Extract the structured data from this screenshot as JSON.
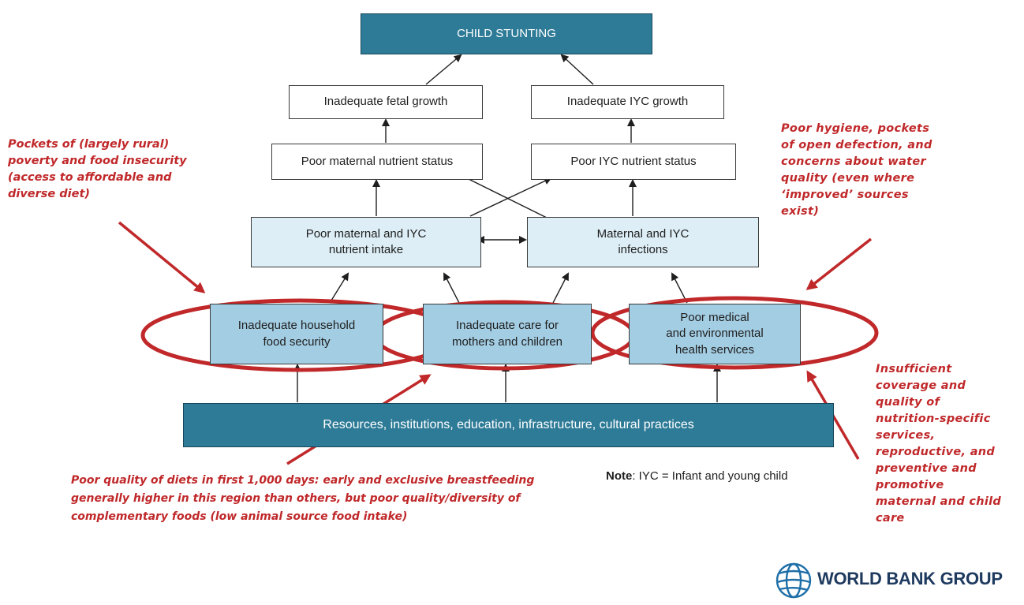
{
  "nodes": {
    "stunting": "CHILD STUNTING",
    "fetal_growth": "Inadequate fetal growth",
    "iyc_growth": "Inadequate IYC growth",
    "maternal_nutrient": "Poor maternal nutrient status",
    "iyc_nutrient": "Poor IYC nutrient status",
    "intake_line1": "Poor maternal and IYC",
    "intake_line2": "nutrient intake",
    "infections_line1": "Maternal and IYC",
    "infections_line2": "infections",
    "food_line1": "Inadequate household",
    "food_line2": "food security",
    "care_line1": "Inadequate care for",
    "care_line2": "mothers and children",
    "medical_line1": "Poor medical",
    "medical_line2": "and environmental",
    "medical_line3": "health services",
    "resources": "Resources, institutions, education, infrastructure, cultural practices"
  },
  "note": {
    "label": "Note",
    "text": ": IYC = Infant and young child"
  },
  "annotations": {
    "left": [
      "Pockets of (largely rural)",
      "poverty and food insecurity",
      "(access to affordable and",
      "diverse diet)"
    ],
    "right": [
      "Poor hygiene, pockets",
      "of open defection, and",
      "concerns about water",
      "quality (even where",
      "‘improved’ sources",
      "exist)"
    ],
    "bottom": [
      "Poor quality of diets in first 1,000 days: early and exclusive breastfeeding",
      "generally higher in this region than others, but poor quality/diversity of",
      "complementary foods (low animal source food intake)"
    ],
    "bottom_right": [
      "Insufficient",
      "coverage and",
      "quality of",
      "nutrition-specific",
      "services,",
      "reproductive, and",
      "preventive and",
      "promotive",
      "maternal and child",
      "care"
    ]
  },
  "logo": {
    "text": "WORLD BANK GROUP",
    "icon": "globe-icon"
  },
  "colors": {
    "dark_box": "#2e7b97",
    "mid_box": "#a3cde3",
    "pale_box": "#ddeef6",
    "highlight": "#c0282a",
    "logo": "#1e3a5f"
  }
}
